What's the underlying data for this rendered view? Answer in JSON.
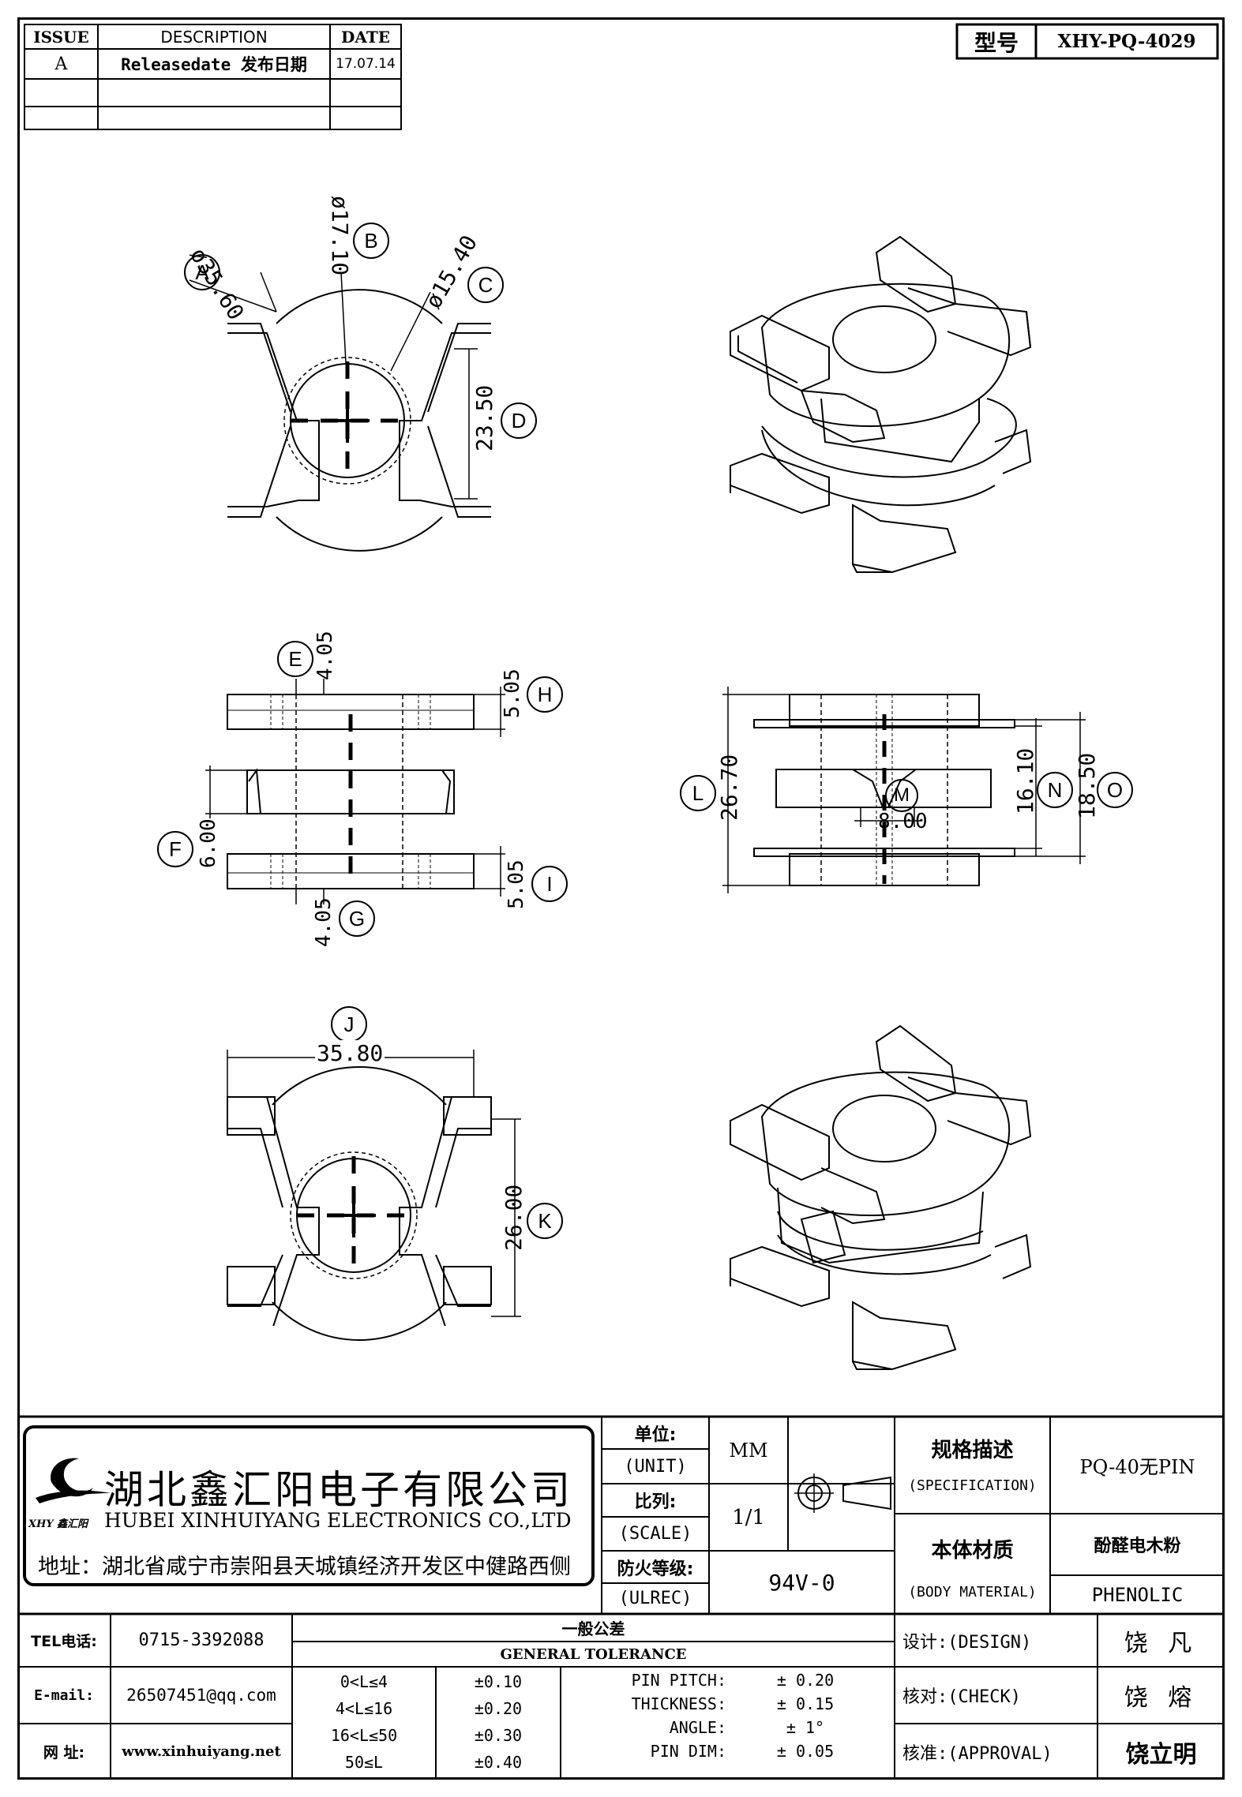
{
  "header": {
    "issue_label": "ISSUE",
    "description_label": "DESCRIPTION",
    "date_label": "DATE",
    "rows": [
      {
        "issue": "A",
        "description": "Releasedate 发布日期",
        "date": "17.07.14"
      },
      {
        "issue": "",
        "description": "",
        "date": ""
      },
      {
        "issue": "",
        "description": "",
        "date": ""
      }
    ],
    "model_label": "型号",
    "model_value": "XHY-PQ-4029"
  },
  "dimensions": {
    "A": {
      "letter": "A",
      "value": "ø35.60"
    },
    "B": {
      "letter": "B",
      "value": "ø17.10"
    },
    "C": {
      "letter": "C",
      "value": "ø15.40"
    },
    "D": {
      "letter": "D",
      "value": "23.50"
    },
    "E": {
      "letter": "E",
      "value": "4.05"
    },
    "F": {
      "letter": "F",
      "value": "6.00"
    },
    "G": {
      "letter": "G",
      "value": "4.05"
    },
    "H": {
      "letter": "H",
      "value": "5.05"
    },
    "I": {
      "letter": "I",
      "value": "5.05"
    },
    "J": {
      "letter": "J",
      "value": "35.80"
    },
    "K": {
      "letter": "K",
      "value": "26.00"
    },
    "L": {
      "letter": "L",
      "value": "26.70"
    },
    "M": {
      "letter": "M",
      "value": "8.00"
    },
    "N": {
      "letter": "N",
      "value": "16.10"
    },
    "O": {
      "letter": "O",
      "value": "18.50"
    }
  },
  "company": {
    "name_cn": "湖北鑫汇阳电子有限公司",
    "name_en": "HUBEI XINHUIYANG ELECTRONICS CO.,LTD",
    "logo_text": "XHY 鑫汇阳",
    "address": "地址：湖北省咸宁市崇阳县天城镇经济开发区中健路西侧"
  },
  "info": {
    "unit_label": "单位:",
    "unit_label_en": "(UNIT)",
    "unit_value": "MM",
    "scale_label": "比列:",
    "scale_label_en": "(SCALE)",
    "scale_value": "1/1",
    "fire_label": "防火等级:",
    "fire_label_en": "(ULREC)",
    "fire_value": "94V-0",
    "spec_label": "规格描述",
    "spec_label_en": "(SPECIFICATION)",
    "spec_value": "PQ-40无PIN",
    "material_label": "本体材质",
    "material_label_en": "(BODY MATERIAL)",
    "material_value_cn": "酚醛电木粉",
    "material_value_en": "PHENOLIC"
  },
  "contact": {
    "tel_label": "TEL电话:",
    "tel_value": "0715-3392088",
    "email_label": "E-mail:",
    "email_value": "26507451@qq.com",
    "web_label": "网 址:",
    "web_value": "www.xinhuiyang.net"
  },
  "tolerance": {
    "title_cn": "一般公差",
    "title_en": "GENERAL TOLERANCE",
    "ranges": [
      {
        "range": "0<L≤4",
        "tol": "±0.10"
      },
      {
        "range": "4<L≤16",
        "tol": "±0.20"
      },
      {
        "range": "16<L≤50",
        "tol": "±0.30"
      },
      {
        "range": "50≤L",
        "tol": "±0.40"
      }
    ],
    "items": [
      {
        "name": "PIN PITCH:",
        "value": "± 0.20"
      },
      {
        "name": "THICKNESS:",
        "value": "± 0.15"
      },
      {
        "name": "ANGLE:",
        "value": "± 1°"
      },
      {
        "name": "PIN DIM:",
        "value": "± 0.05"
      }
    ]
  },
  "approval": {
    "design_label": "设计:(DESIGN)",
    "design_name": "饶 凡",
    "check_label": "核对:(CHECK)",
    "check_name": "饶 熔",
    "approval_label": "核准:(APPROVAL)",
    "approval_name": "饶立明"
  }
}
